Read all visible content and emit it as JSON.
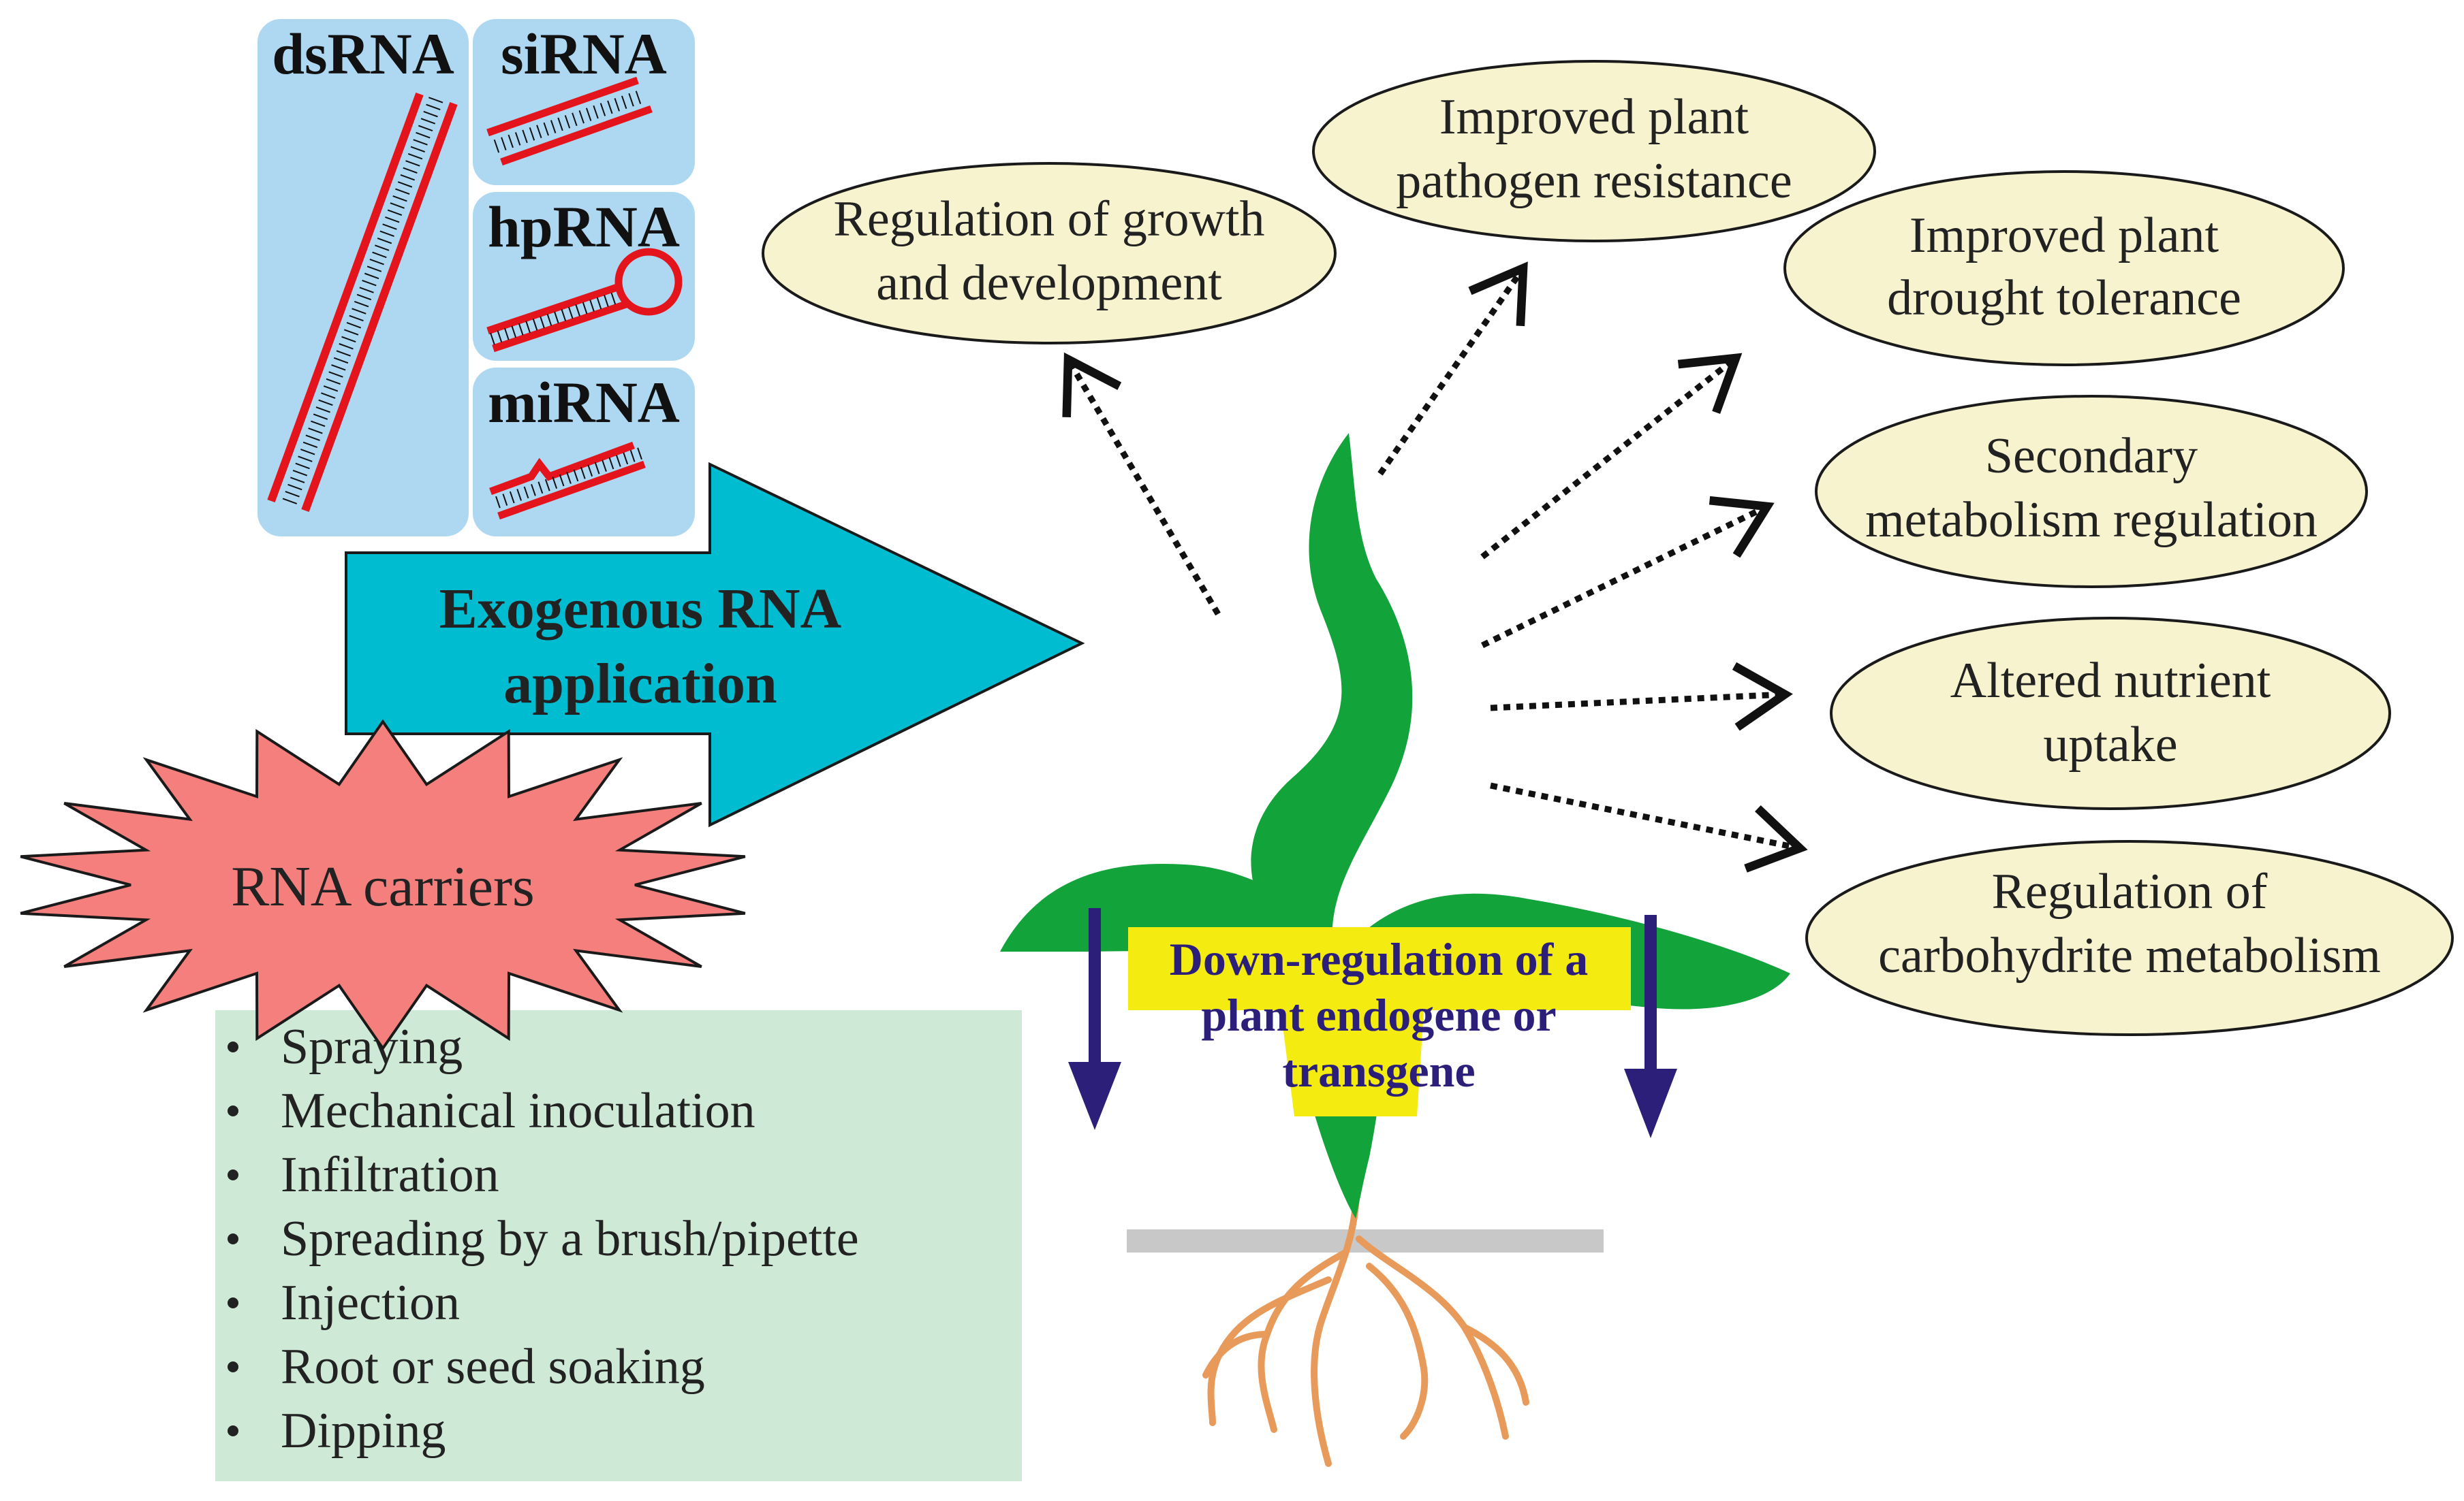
{
  "rna_types": {
    "dsrna": "dsRNA",
    "sirna": "siRNA",
    "hprna": "hpRNA",
    "mirna": "miRNA"
  },
  "main_arrow": {
    "line1": "Exogenous RNA",
    "line2": "application"
  },
  "carriers": {
    "label": "RNA carriers"
  },
  "methods": [
    "Spraying",
    "Mechanical inoculation",
    "Infiltration",
    "Spreading by a brush/pipette",
    "Injection",
    "Root or seed soaking",
    "Dipping"
  ],
  "plant_center": {
    "line1": "Down-regulation of a",
    "line2": "plant endogene or",
    "line3": "transgene"
  },
  "outcomes": {
    "growth": {
      "line1": "Regulation of growth",
      "line2": "and development"
    },
    "pathogen": {
      "line1": "Improved plant",
      "line2": "pathogen resistance"
    },
    "drought": {
      "line1": "Improved plant",
      "line2": "drought tolerance"
    },
    "secondary": {
      "line1": "Secondary",
      "line2": "metabolism regulation"
    },
    "nutrient": {
      "line1": "Altered nutrient",
      "line2": "uptake"
    },
    "carbohydrate": {
      "line1": "Regulation of",
      "line2": "carbohydrite metabolism"
    }
  },
  "colors": {
    "rna_panel": "#aed8f2",
    "rna_strand": "#e3141b",
    "main_arrow": "#00bcd1",
    "carrier_star": "#f57f7c",
    "methods_box": "#cfe9d7",
    "oval_fill": "#f8f3cf",
    "leaf": "#12a33a",
    "highlight": "#f4ec11",
    "down_arrow": "#2b1f7a",
    "root": "#e89a5a",
    "soil": "#c8c8c8"
  }
}
